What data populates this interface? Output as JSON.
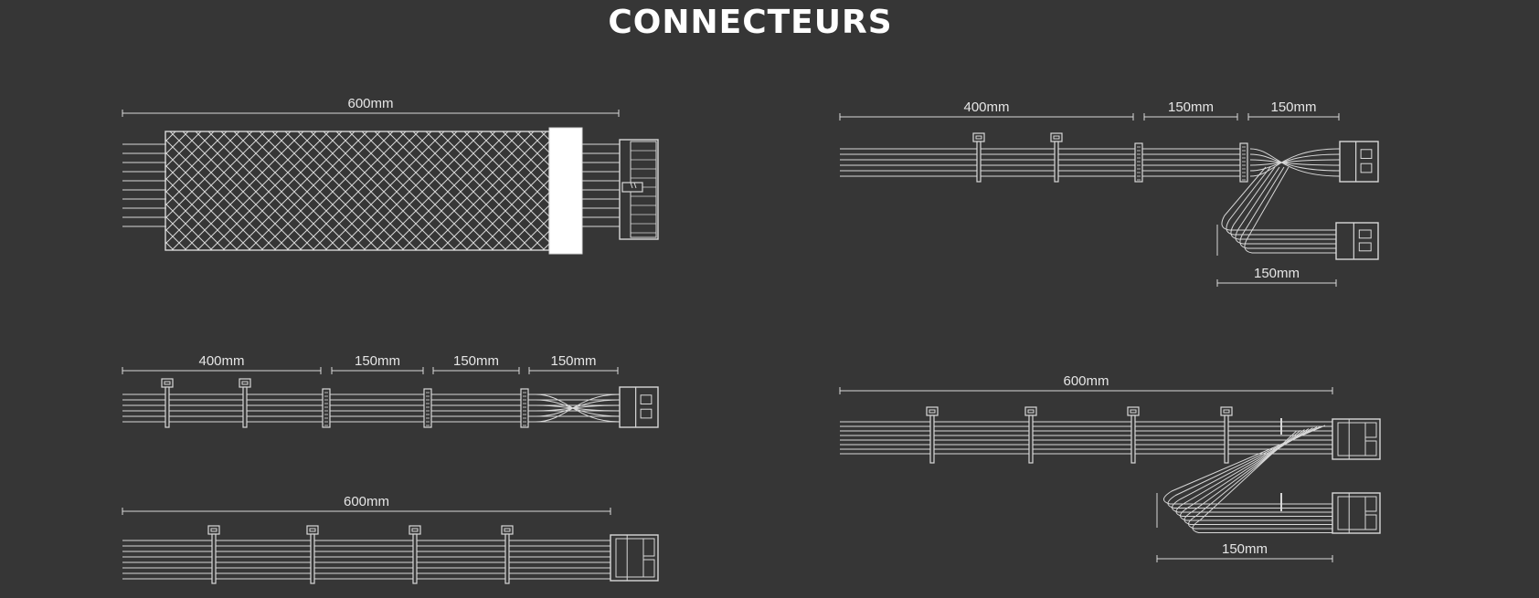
{
  "page": {
    "title": "CONNECTEURS",
    "background": "#363636",
    "line_color": "#d8d8d8"
  },
  "diagrams": {
    "atx": {
      "dims": [
        "600mm"
      ]
    },
    "sata_right": {
      "dims": [
        "400mm",
        "150mm",
        "150mm"
      ],
      "branch_dim": "150mm"
    },
    "sata_left": {
      "dims": [
        "400mm",
        "150mm",
        "150mm",
        "150mm"
      ]
    },
    "cpu": {
      "dims": [
        "600mm"
      ]
    },
    "pcie": {
      "dims": [
        "600mm"
      ],
      "branch_dim": "150mm"
    }
  }
}
